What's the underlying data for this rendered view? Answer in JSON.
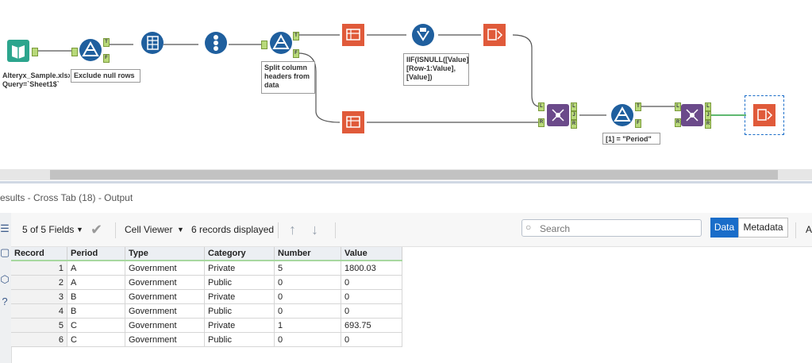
{
  "workflow": {
    "annotations": {
      "input": "Alteryx_Sample.xlsx\nQuery=`Sheet1$`",
      "filter1": "Exclude null rows",
      "filter2": "Split column headers from data",
      "formula": "IIF(ISNULL([Value]),[Row-1:Value],[Value])",
      "filter3": "[1] = \"Period\""
    },
    "anchors": {
      "true": "T",
      "false": "F",
      "left": "L",
      "right": "R",
      "join": "J"
    },
    "colors": {
      "green": "#2ca58d",
      "blue": "#1f5f9e",
      "red": "#e05a3a",
      "purple": "#6b4a8a"
    }
  },
  "results": {
    "title": "esults - Cross Tab (18) - Output",
    "fields_label": "5 of 5 Fields",
    "cell_viewer_label": "Cell Viewer",
    "records_label": "6 records displayed",
    "search_placeholder": "Search",
    "data_button": "Data",
    "metadata_button": "Metadata",
    "extra_letter": "A"
  },
  "table": {
    "headers": [
      "Record",
      "Period",
      "Type",
      "Category",
      "Number",
      "Value"
    ],
    "rows": [
      [
        "1",
        "A",
        "Government",
        "Private",
        "5",
        "1800.03"
      ],
      [
        "2",
        "A",
        "Government",
        "Public",
        "0",
        "0"
      ],
      [
        "3",
        "B",
        "Government",
        "Private",
        "0",
        "0"
      ],
      [
        "4",
        "B",
        "Government",
        "Public",
        "0",
        "0"
      ],
      [
        "5",
        "C",
        "Government",
        "Private",
        "1",
        "693.75"
      ],
      [
        "6",
        "C",
        "Government",
        "Public",
        "0",
        "0"
      ]
    ]
  }
}
